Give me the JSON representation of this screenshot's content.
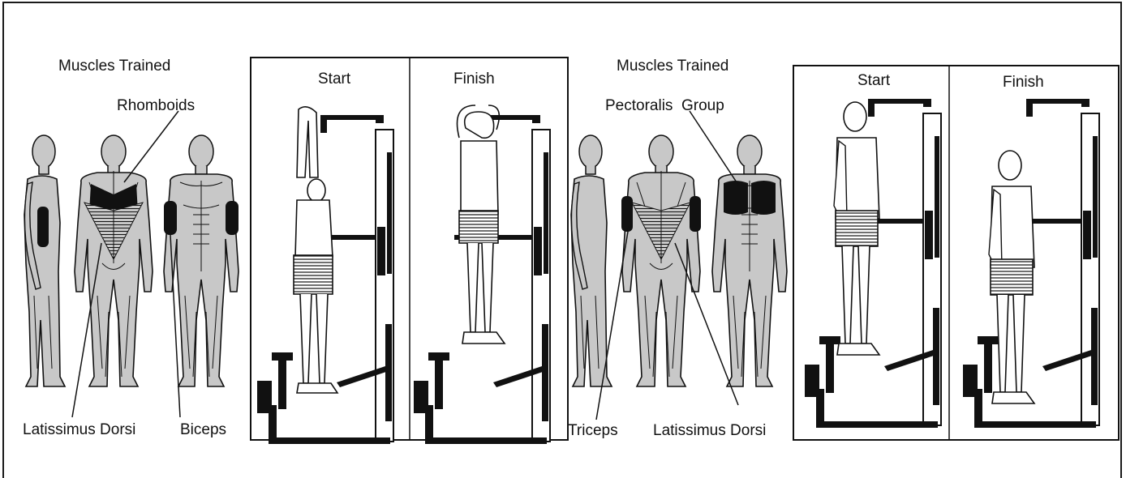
{
  "left_exercise": {
    "heading": "Muscles Trained",
    "phases": {
      "start": "Start",
      "finish": "Finish"
    },
    "muscle_labels": {
      "rhomboids": "Rhomboids",
      "latissimus": "Latissimus Dorsi",
      "biceps": "Biceps"
    }
  },
  "right_exercise": {
    "heading": "Muscles Trained",
    "phases": {
      "start": "Start",
      "finish": "Finish"
    },
    "muscle_labels": {
      "pectoralis": "Pectoralis  Group",
      "triceps": "Triceps",
      "latissimus": "Latissimus Dorsi"
    }
  },
  "colors": {
    "line": "#111111",
    "body_fill": "#c8c8c8",
    "highlight": "#111111",
    "background": "#ffffff"
  }
}
